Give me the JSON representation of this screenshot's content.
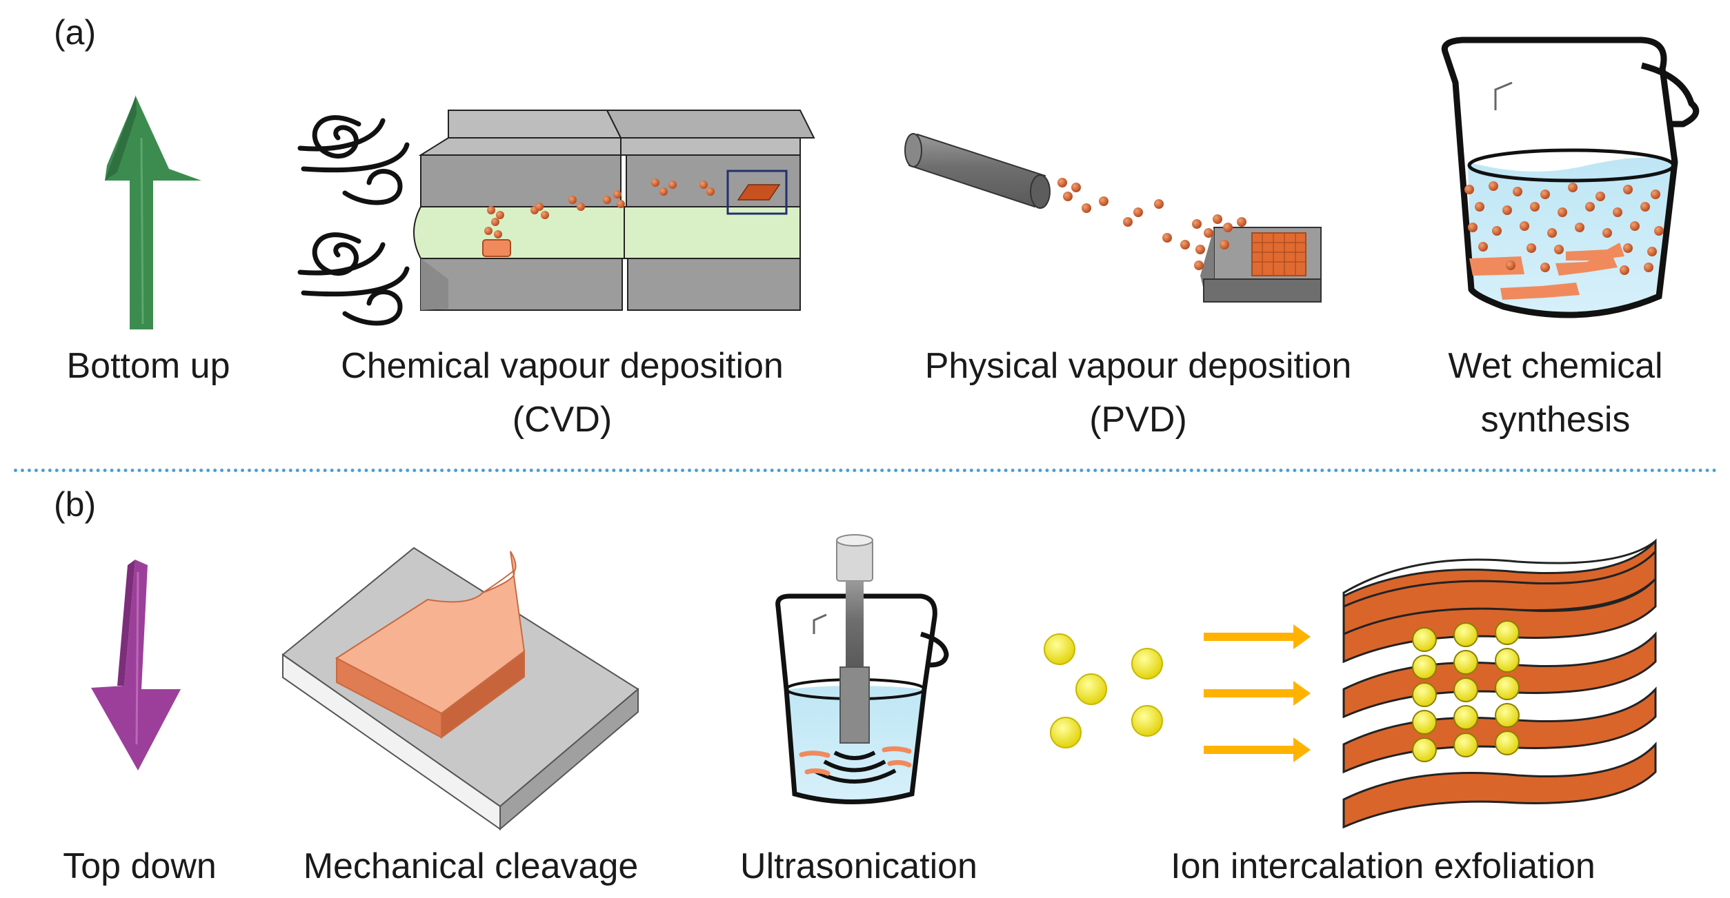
{
  "panel_a": {
    "label": "(a)",
    "direction_label": "Bottom up",
    "methods": [
      {
        "name": "Chemical vapour deposition",
        "abbr": "(CVD)"
      },
      {
        "name": "Physical vapour deposition",
        "abbr": "(PVD)"
      },
      {
        "name": "Wet chemical",
        "abbr": "synthesis"
      }
    ]
  },
  "panel_b": {
    "label": "(b)",
    "direction_label": "Top down",
    "methods": [
      {
        "name": "Mechanical cleavage"
      },
      {
        "name": "Ultrasonication"
      },
      {
        "name": "Ion intercalation exfoliation"
      }
    ]
  },
  "colors": {
    "bottom_up_arrow": "#3d8c4f",
    "top_down_arrow": "#9c3f9a",
    "particle": "#c7511f",
    "nanosheet": "#f08a5d",
    "sheet_dark": "#d9652a",
    "ion": "#f2e600",
    "flow_arrow": "#ffb300",
    "divider": "#4a9fd8"
  }
}
